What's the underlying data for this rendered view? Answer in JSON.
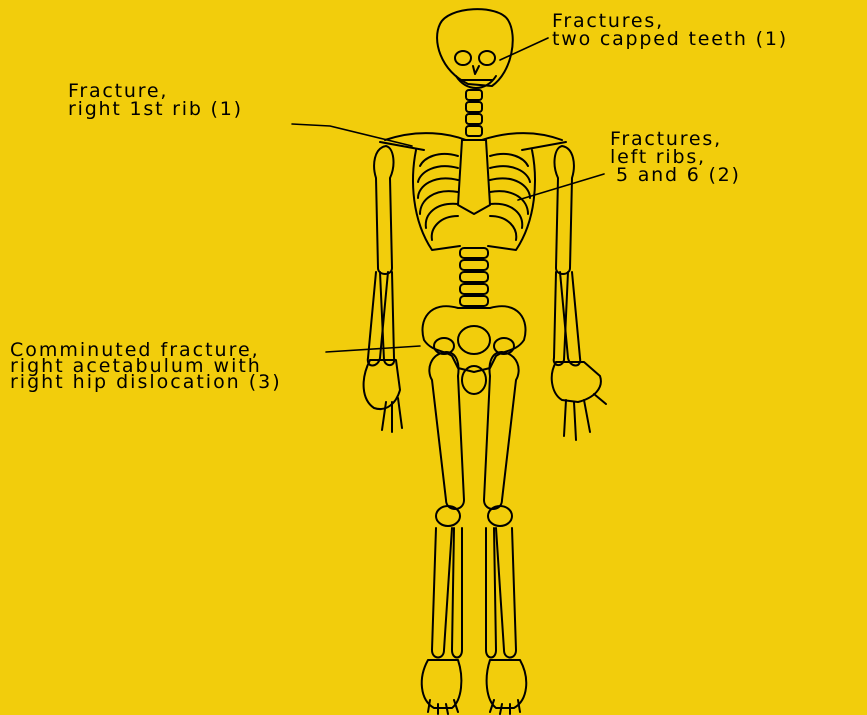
{
  "diagram": {
    "background_color": "#F2CD0C",
    "line_color": "#000000",
    "figure": "skeleton",
    "labels": {
      "teeth": [
        "Fractures,",
        "two capped teeth (1)"
      ],
      "rib1": [
        "Fracture,",
        "right 1st rib (1)"
      ],
      "ribs": [
        "Fractures,",
        "left ribs,",
        "5 and 6 (2)"
      ],
      "hip": [
        "Comminuted fracture,",
        "right acetabulum with",
        "right hip dislocation (3)"
      ]
    }
  }
}
